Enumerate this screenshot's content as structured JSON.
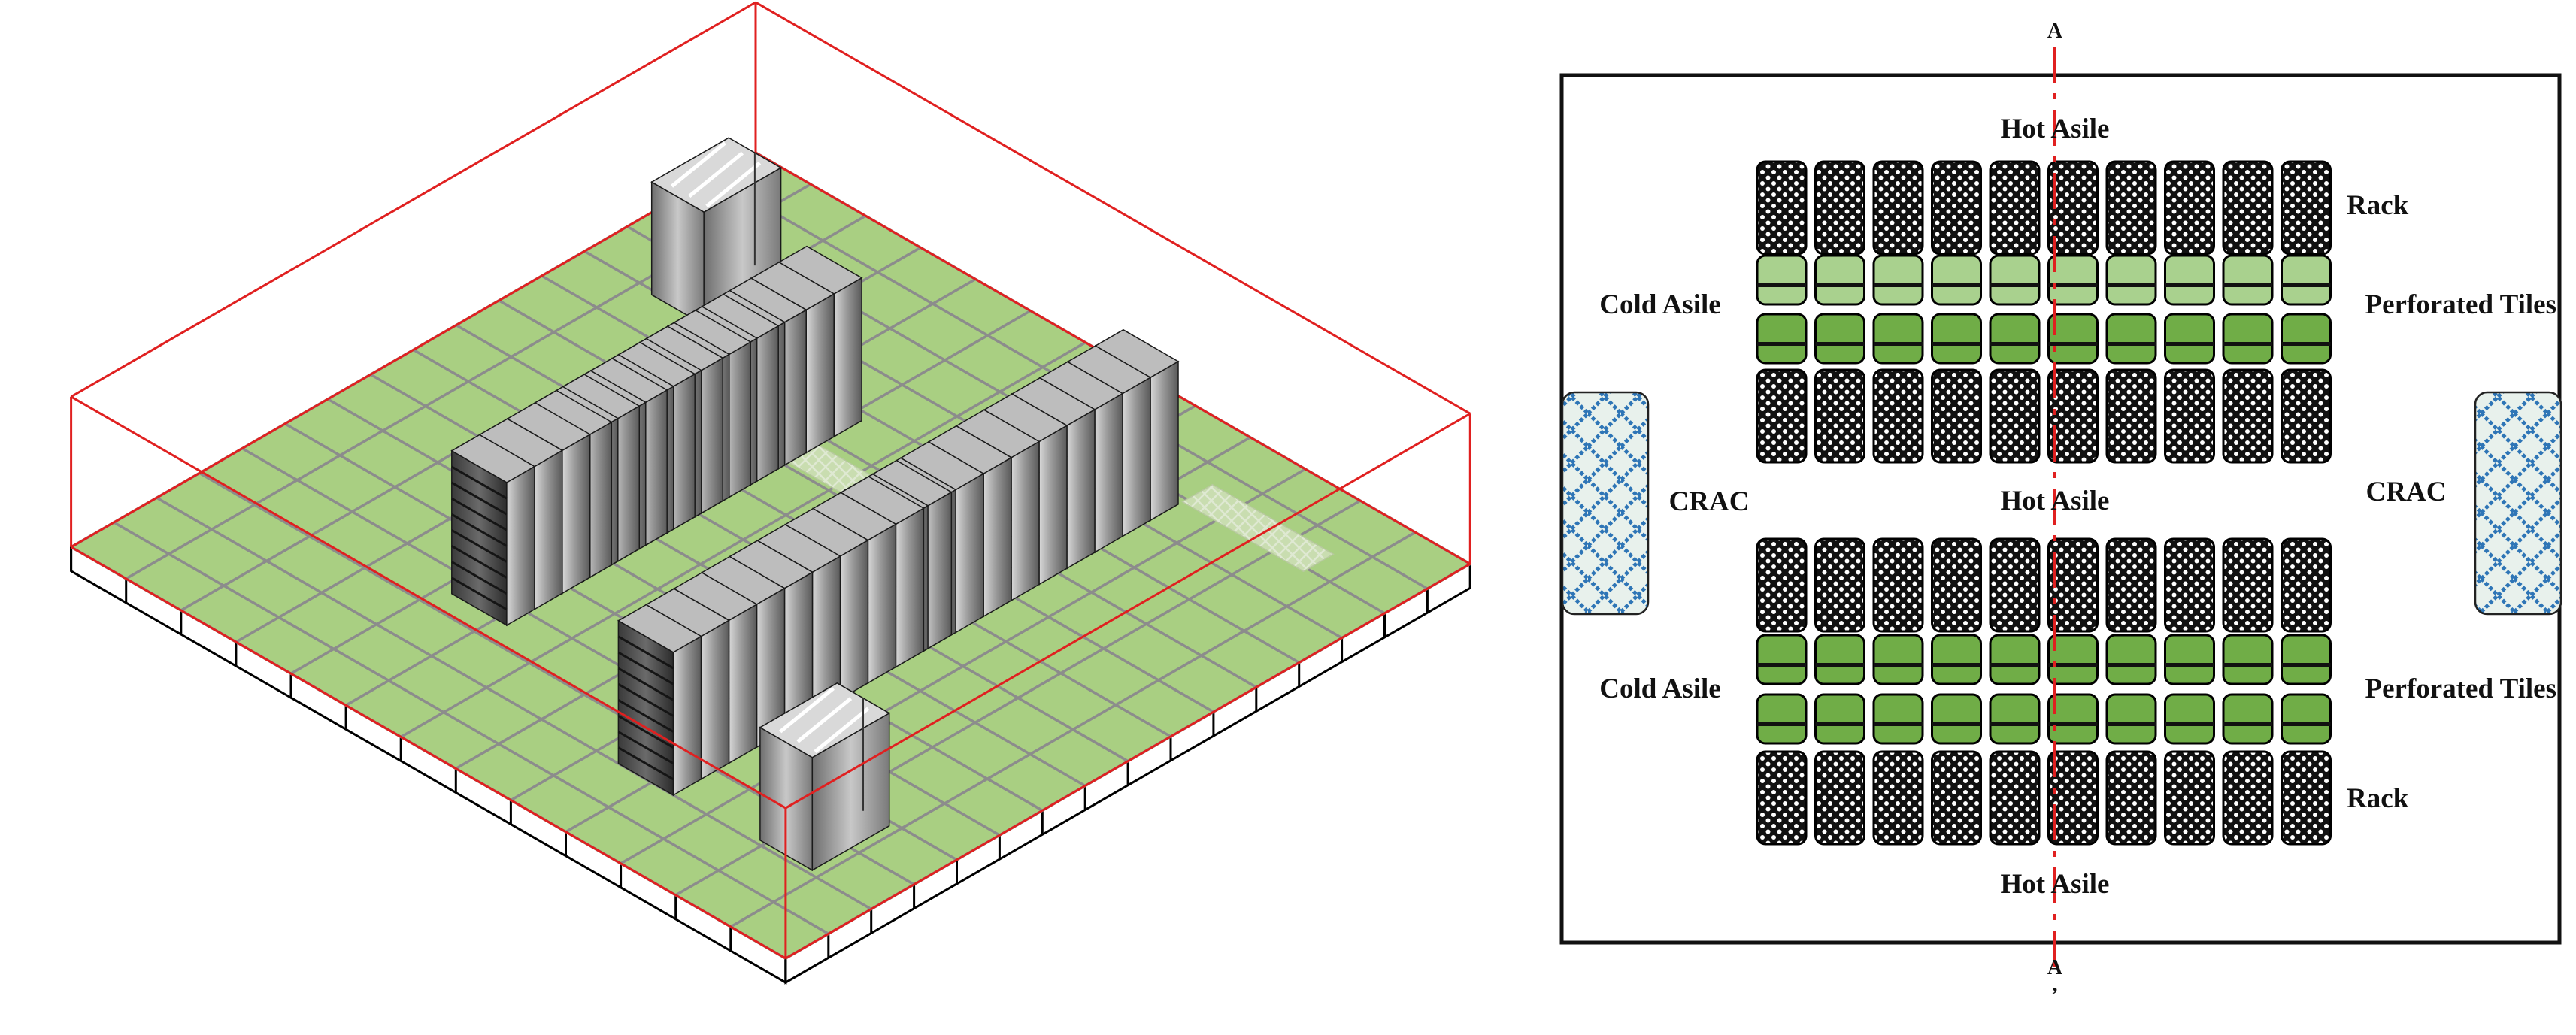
{
  "section_marker_top": "A",
  "section_marker_bottom": "A",
  "section_marker_bottom_prime": ",",
  "labels": {
    "hot_aisle_top": "Hot Asile",
    "hot_aisle_middle": "Hot Asile",
    "hot_aisle_bottom": "Hot Asile",
    "cold_aisle_upper": "Cold Asile",
    "cold_aisle_lower": "Cold Asile",
    "crac_left": "CRAC",
    "crac_right": "CRAC",
    "rack_upper": "Rack",
    "rack_lower": "Rack",
    "perforated_upper": "Perforated Tiles",
    "perforated_lower": "Perforated Tiles"
  },
  "plan": {
    "rack_columns": 10,
    "row_kinds": [
      "rack",
      "tile-light",
      "tile-dark",
      "rack",
      "rack",
      "tile-dark",
      "tile-dark",
      "rack"
    ]
  },
  "colors": {
    "floor_green": "#a9cf82",
    "grid_gray": "#8c8c8c",
    "outline_red": "#e02020",
    "tile_light": "#a9d18e",
    "tile_dark": "#70ad47",
    "crac_blue": "#2e75b6",
    "crac_fill": "#e8f1ec",
    "rack_black": "#111111"
  }
}
